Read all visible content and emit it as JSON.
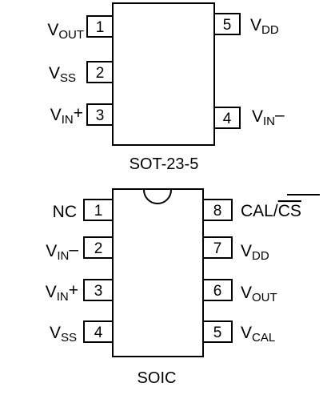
{
  "sot23": {
    "caption": "SOT-23-5",
    "pins": [
      {
        "num": "1",
        "label": "V",
        "sub": "OUT",
        "suffix": ""
      },
      {
        "num": "2",
        "label": "V",
        "sub": "SS",
        "suffix": ""
      },
      {
        "num": "3",
        "label": "V",
        "sub": "IN",
        "suffix": "+"
      },
      {
        "num": "4",
        "label": "V",
        "sub": "IN",
        "suffix": "–"
      },
      {
        "num": "5",
        "label": "V",
        "sub": "DD",
        "suffix": ""
      }
    ]
  },
  "soic": {
    "caption": "SOIC",
    "pins": [
      {
        "num": "1",
        "label": "NC",
        "sub": "",
        "suffix": ""
      },
      {
        "num": "2",
        "label": "V",
        "sub": "IN",
        "suffix": "–"
      },
      {
        "num": "3",
        "label": "V",
        "sub": "IN",
        "suffix": "+"
      },
      {
        "num": "4",
        "label": "V",
        "sub": "SS",
        "suffix": ""
      },
      {
        "num": "5",
        "label": "V",
        "sub": "CAL",
        "suffix": ""
      },
      {
        "num": "6",
        "label": "V",
        "sub": "OUT",
        "suffix": ""
      },
      {
        "num": "7",
        "label": "V",
        "sub": "DD",
        "suffix": ""
      },
      {
        "num": "8",
        "label": "CAL/",
        "sub": "",
        "suffix": "CS",
        "overline": true
      }
    ]
  }
}
